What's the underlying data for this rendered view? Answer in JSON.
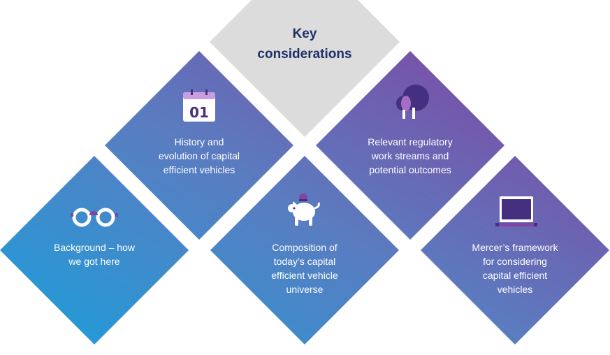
{
  "center": {
    "line1": "Key",
    "line2": "considerations"
  },
  "items": [
    {
      "id": "history",
      "icon": "calendar-icon",
      "icon_text": "01",
      "lines": [
        "History and",
        "evolution of capital",
        "efficient vehicles"
      ]
    },
    {
      "id": "regulatory",
      "icon": "tree-icon",
      "lines": [
        "Relevant regulatory",
        "work streams and",
        "potential outcomes"
      ]
    },
    {
      "id": "background",
      "icon": "glasses-icon",
      "lines": [
        "Background – how",
        "we got here"
      ]
    },
    {
      "id": "composition",
      "icon": "piggy-bank-icon",
      "lines": [
        "Composition of",
        "today’s capital",
        "efficient vehicle",
        "universe"
      ]
    },
    {
      "id": "framework",
      "icon": "laptop-icon",
      "lines": [
        "Mercer’s framework",
        "for considering",
        "capital efficient",
        "vehicles"
      ]
    }
  ],
  "colors": {
    "blue": "#1aa0dc",
    "purple": "#8045a0",
    "gray": "#dcdcdc",
    "navy": "#1f3069",
    "icon_dark": "#45307f",
    "icon_light": "#a66dc8"
  }
}
